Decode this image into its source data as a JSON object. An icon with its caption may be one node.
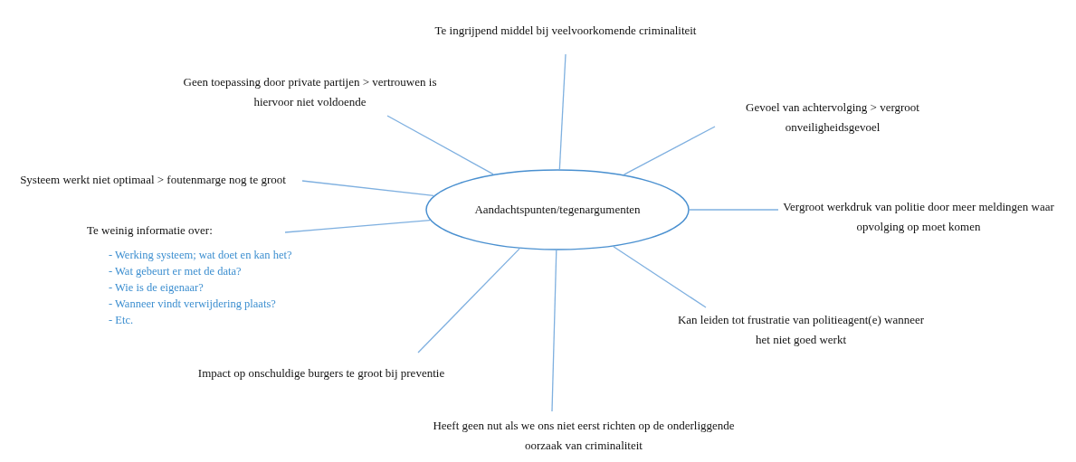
{
  "diagram": {
    "nodes": [
      {
        "text": [
          "Aandachtspunten/tegenargumenten"
        ]
      },
      {
        "text": [
          "Te ingrijpend middel bij veelvoorkomende criminaliteit"
        ]
      },
      {
        "text": [
          "Geen toepassing door private partijen > vertrouwen is hiervoor niet voldoende"
        ]
      },
      {
        "text": [
          "Gevoel van achtervolging > vergroot onveiligheidsgevoel"
        ]
      },
      {
        "text": [
          "Systeem werkt niet optimaal > foutenmarge nog te groot"
        ]
      },
      {
        "text": [
          "Vergroot werkdruk van politie door meer meldingen waar opvolging op moet komen"
        ]
      },
      {
        "text": [
          "Te weinig informatie over:",
          "- Werking systeem; wat doet en kan het?",
          "- Wat gebeurt er met de data?",
          "- Wie is de eigenaar?",
          "- Wanneer vindt verwijdering plaats?",
          "- Etc."
        ]
      },
      {
        "text": [
          "Kan leiden tot frustratie van politieagent(e) wanneer het niet goed werkt"
        ]
      },
      {
        "text": [
          "Impact op onschuldige burgers te groot bij preventie"
        ]
      },
      {
        "text": [
          "Heeft geen nut als we ons niet eerst richten op de onderliggende oorzaak van criminaliteit"
        ]
      }
    ],
    "edges": [
      {
        "from": 0,
        "to": 1,
        "arrow": "none"
      },
      {
        "from": 0,
        "to": 2,
        "arrow": "none"
      },
      {
        "from": 0,
        "to": 3,
        "arrow": "none"
      },
      {
        "from": 0,
        "to": 4,
        "arrow": "none"
      },
      {
        "from": 0,
        "to": 5,
        "arrow": "none"
      },
      {
        "from": 0,
        "to": 6,
        "arrow": "none"
      },
      {
        "from": 0,
        "to": 7,
        "arrow": "none"
      },
      {
        "from": 0,
        "to": 8,
        "arrow": "none"
      },
      {
        "from": 0,
        "to": 9,
        "arrow": "none"
      }
    ]
  }
}
